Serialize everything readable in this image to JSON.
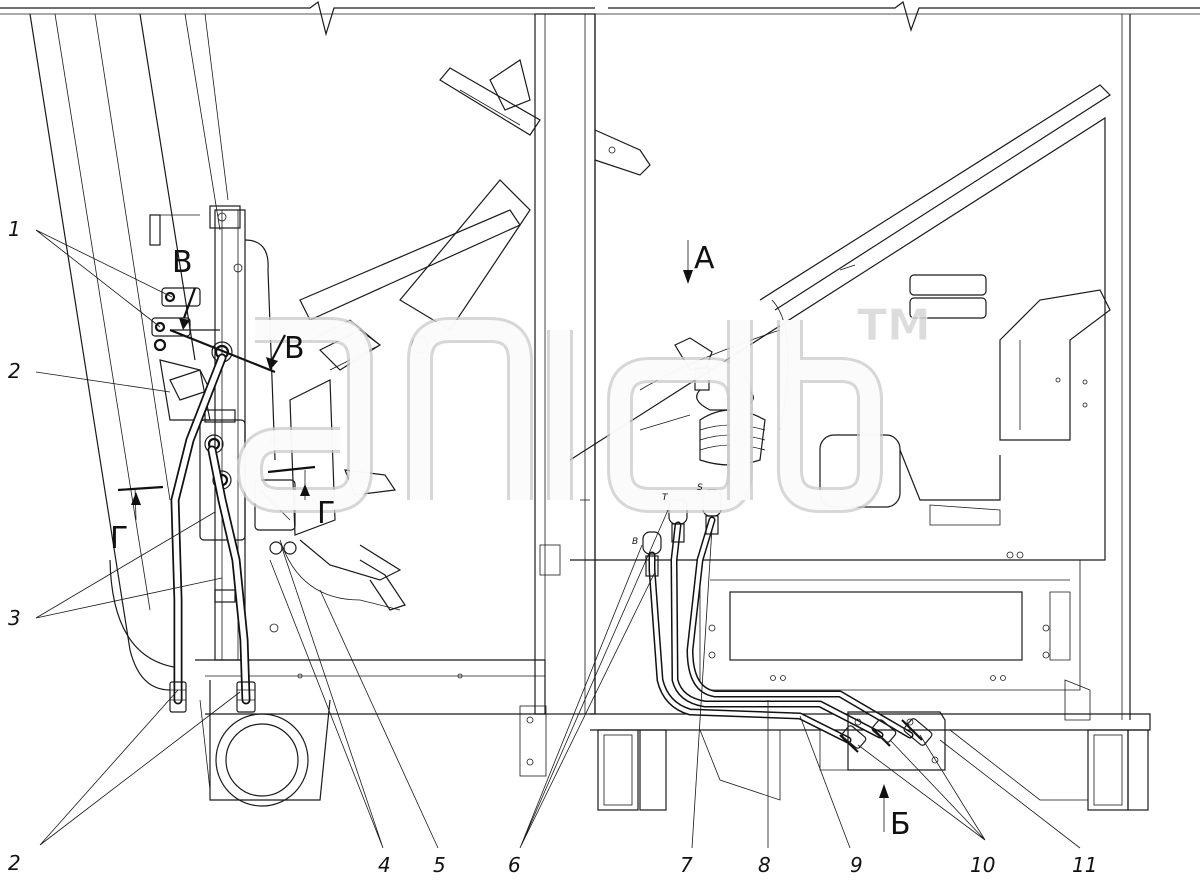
{
  "callouts": {
    "c1": "1",
    "c2a": "2",
    "c2b": "2",
    "c3": "3",
    "c4": "4",
    "c5": "5",
    "c6": "6",
    "c7": "7",
    "c8": "8",
    "c9": "9",
    "c10": "10",
    "c11": "11"
  },
  "views": {
    "v_top_left": "В",
    "v_mid": "В",
    "g_left": "Г",
    "g_right": "Г",
    "a_arrow": "А",
    "b_arrow": "Б"
  },
  "port_labels": {
    "p_b": "B",
    "p_t": "T",
    "p_s": "S"
  },
  "watermark": {
    "logo": "TM"
  }
}
